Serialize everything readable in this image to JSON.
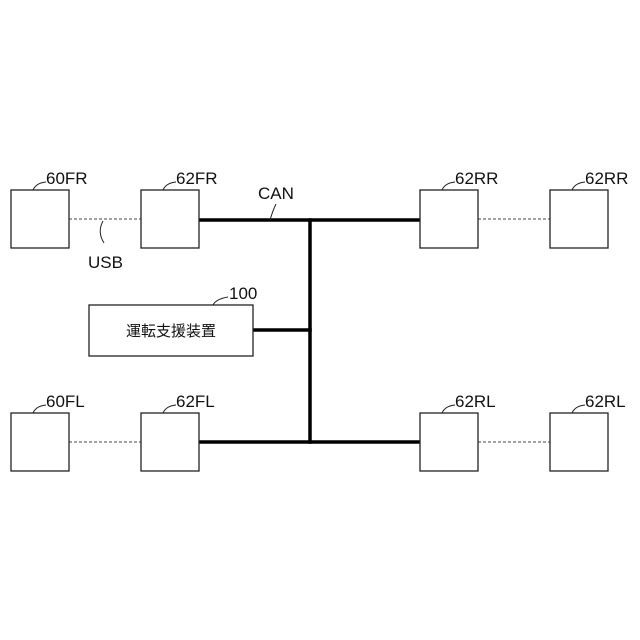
{
  "labels": {
    "n60FR": "60FR",
    "n62FR": "62FR",
    "n62RR_a": "62RR",
    "n62RR_b": "62RR",
    "n60FL": "60FL",
    "n62FL": "62FL",
    "n62RL_a": "62RL",
    "n62RL_b": "62RL",
    "n100": "100",
    "can": "CAN",
    "usb": "USB"
  },
  "device": {
    "name": "運転支援装置"
  }
}
